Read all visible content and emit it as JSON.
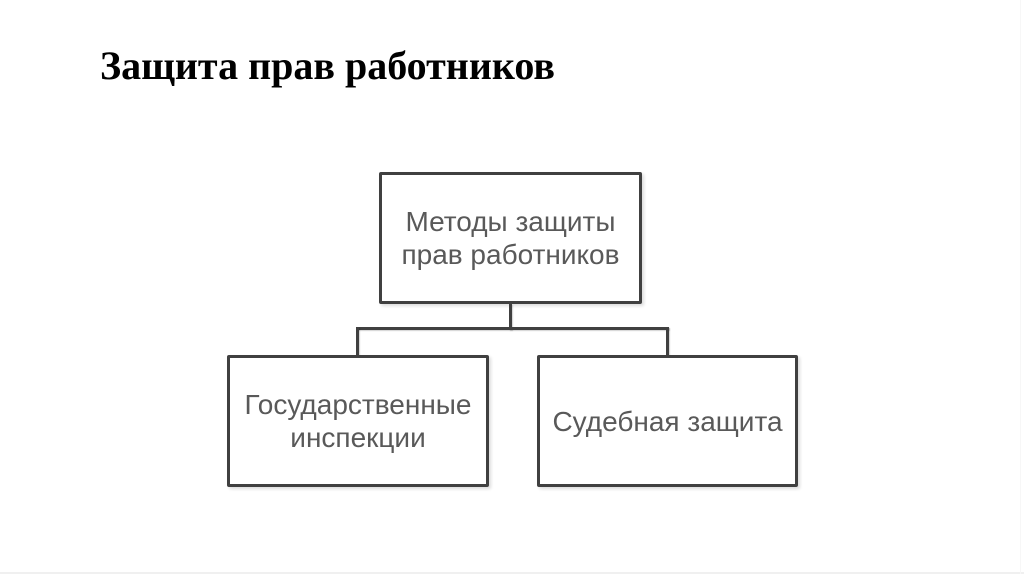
{
  "slide": {
    "title": "Защита прав работников"
  },
  "diagram": {
    "type": "org-chart",
    "nodes": {
      "root": {
        "label": "Методы защиты\nправ работников"
      },
      "child_left": {
        "label": "Государственные\nинспекции"
      },
      "child_right": {
        "label": "Судебная защита"
      }
    },
    "edges": [
      {
        "from": "root",
        "to": "child_left"
      },
      {
        "from": "root",
        "to": "child_right"
      }
    ]
  },
  "colors": {
    "background": "#ffffff",
    "border_color": "#404040",
    "node_text": "#595959",
    "title_text": "#000000"
  }
}
